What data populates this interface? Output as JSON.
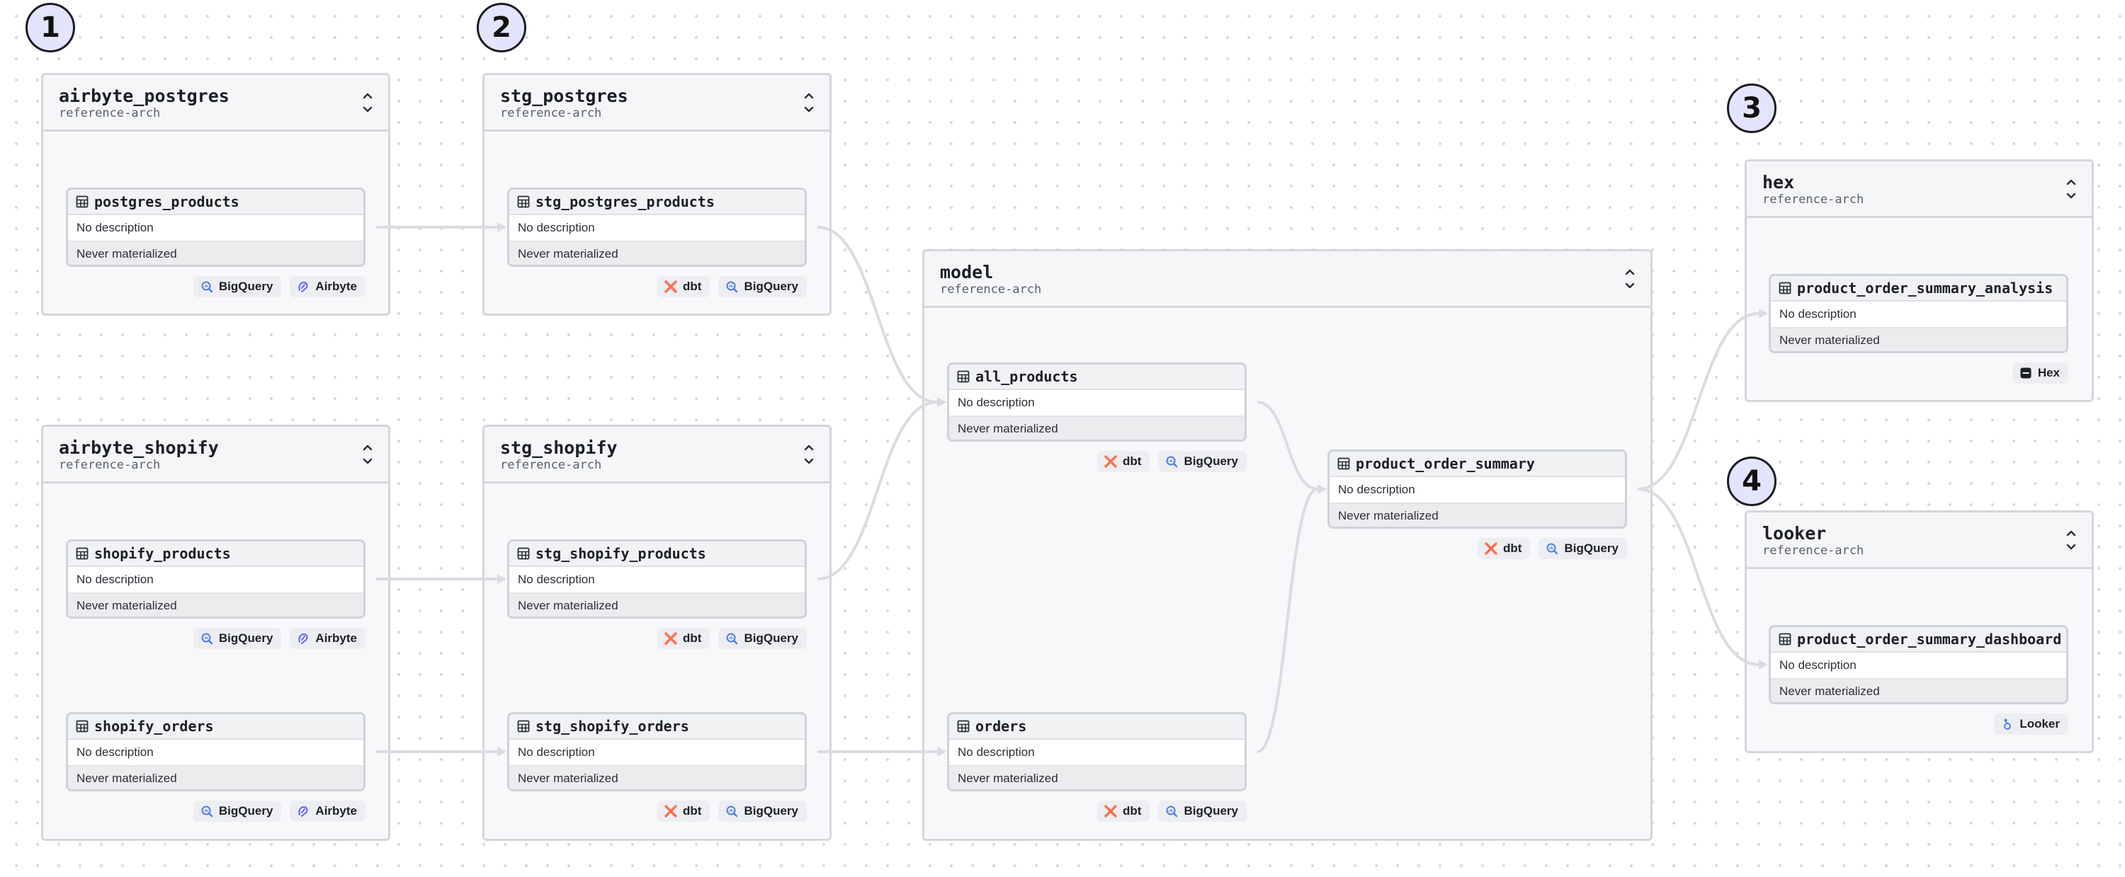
{
  "steps": [
    "1",
    "2",
    "3",
    "4"
  ],
  "groups": {
    "airbyte_postgres": {
      "title": "airbyte_postgres",
      "subtitle": "reference-arch"
    },
    "stg_postgres": {
      "title": "stg_postgres",
      "subtitle": "reference-arch"
    },
    "airbyte_shopify": {
      "title": "airbyte_shopify",
      "subtitle": "reference-arch"
    },
    "stg_shopify": {
      "title": "stg_shopify",
      "subtitle": "reference-arch"
    },
    "model": {
      "title": "model",
      "subtitle": "reference-arch"
    },
    "hex": {
      "title": "hex",
      "subtitle": "reference-arch"
    },
    "looker": {
      "title": "looker",
      "subtitle": "reference-arch"
    }
  },
  "nodes": {
    "postgres_products": {
      "name": "postgres_products",
      "description": "No description",
      "status": "Never materialized",
      "badges": [
        "BigQuery",
        "Airbyte"
      ]
    },
    "stg_postgres_products": {
      "name": "stg_postgres_products",
      "description": "No description",
      "status": "Never materialized",
      "badges": [
        "dbt",
        "BigQuery"
      ]
    },
    "shopify_products": {
      "name": "shopify_products",
      "description": "No description",
      "status": "Never materialized",
      "badges": [
        "BigQuery",
        "Airbyte"
      ]
    },
    "shopify_orders": {
      "name": "shopify_orders",
      "description": "No description",
      "status": "Never materialized",
      "badges": [
        "BigQuery",
        "Airbyte"
      ]
    },
    "stg_shopify_products": {
      "name": "stg_shopify_products",
      "description": "No description",
      "status": "Never materialized",
      "badges": [
        "dbt",
        "BigQuery"
      ]
    },
    "stg_shopify_orders": {
      "name": "stg_shopify_orders",
      "description": "No description",
      "status": "Never materialized",
      "badges": [
        "dbt",
        "BigQuery"
      ]
    },
    "all_products": {
      "name": "all_products",
      "description": "No description",
      "status": "Never materialized",
      "badges": [
        "dbt",
        "BigQuery"
      ]
    },
    "orders": {
      "name": "orders",
      "description": "No description",
      "status": "Never materialized",
      "badges": [
        "dbt",
        "BigQuery"
      ]
    },
    "product_order_summary": {
      "name": "product_order_summary",
      "description": "No description",
      "status": "Never materialized",
      "badges": [
        "dbt",
        "BigQuery"
      ]
    },
    "product_order_summary_analysis": {
      "name": "product_order_summary_analysis",
      "description": "No description",
      "status": "Never materialized",
      "badges": [
        "Hex"
      ]
    },
    "product_order_summary_dashboard": {
      "name": "product_order_summary_dashboard",
      "description": "No description",
      "status": "Never materialized",
      "badges": [
        "Looker"
      ]
    }
  },
  "icons": {
    "table": "table-icon",
    "collapse": "collapse-icon",
    "BigQuery": "bigquery-icon",
    "Airbyte": "airbyte-icon",
    "dbt": "dbt-icon",
    "Hex": "hex-icon",
    "Looker": "looker-icon"
  },
  "colors": {
    "step_fill": "#e4e4ff",
    "dbt": "#fe6e50",
    "bigquery": "#4c7ee8",
    "airbyte": "#615eff",
    "looker": "#4285f4",
    "edge": "#dadce2"
  },
  "edges": [
    [
      "postgres_products",
      "stg_postgres_products"
    ],
    [
      "shopify_products",
      "stg_shopify_products"
    ],
    [
      "shopify_orders",
      "stg_shopify_orders"
    ],
    [
      "stg_postgres_products",
      "all_products"
    ],
    [
      "stg_shopify_products",
      "all_products"
    ],
    [
      "stg_shopify_orders",
      "orders"
    ],
    [
      "all_products",
      "product_order_summary"
    ],
    [
      "orders",
      "product_order_summary"
    ],
    [
      "product_order_summary",
      "product_order_summary_analysis"
    ],
    [
      "product_order_summary",
      "product_order_summary_dashboard"
    ]
  ]
}
